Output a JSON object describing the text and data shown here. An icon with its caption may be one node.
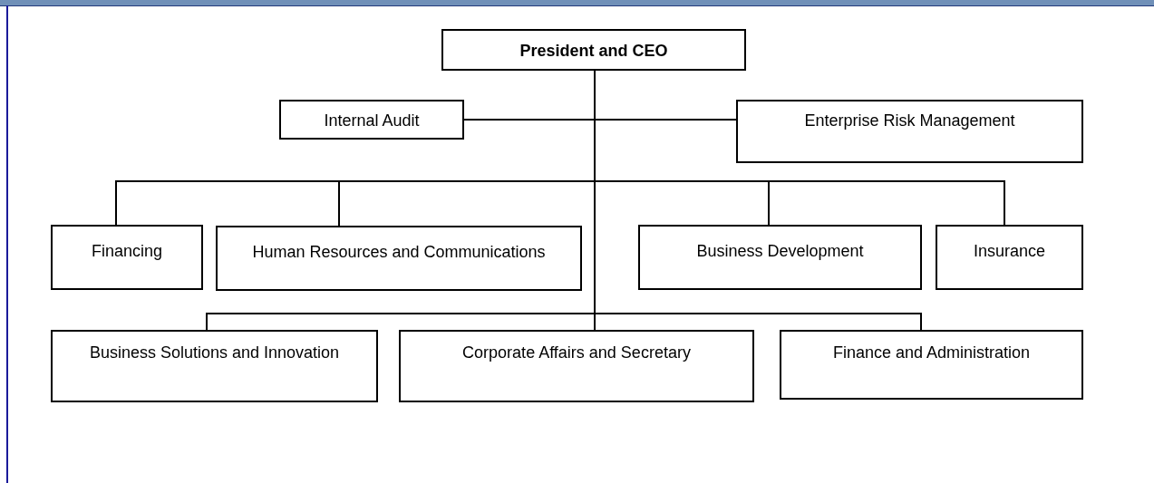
{
  "diagram": {
    "nodes": [
      {
        "text": [
          "President and CEO"
        ]
      },
      {
        "text": [
          "Internal Audit"
        ]
      },
      {
        "text": [
          "Enterprise Risk Management"
        ]
      },
      {
        "text": [
          "Financing"
        ]
      },
      {
        "text": [
          "Human Resources and Communications"
        ]
      },
      {
        "text": [
          "Business Development"
        ]
      },
      {
        "text": [
          "Insurance"
        ]
      },
      {
        "text": [
          "Business Solutions and Innovation"
        ]
      },
      {
        "text": [
          "Corporate Affairs and Secretary"
        ]
      },
      {
        "text": [
          "Finance and Administration"
        ]
      }
    ],
    "edges": [
      {
        "from": 0,
        "to": 1,
        "arrow": "none"
      },
      {
        "from": 0,
        "to": 2,
        "arrow": "none"
      },
      {
        "from": 0,
        "to": 3,
        "arrow": "none"
      },
      {
        "from": 0,
        "to": 4,
        "arrow": "none"
      },
      {
        "from": 0,
        "to": 5,
        "arrow": "none"
      },
      {
        "from": 0,
        "to": 6,
        "arrow": "none"
      },
      {
        "from": 0,
        "to": 7,
        "arrow": "none"
      },
      {
        "from": 0,
        "to": 8,
        "arrow": "none"
      },
      {
        "from": 0,
        "to": 9,
        "arrow": "none"
      }
    ]
  }
}
